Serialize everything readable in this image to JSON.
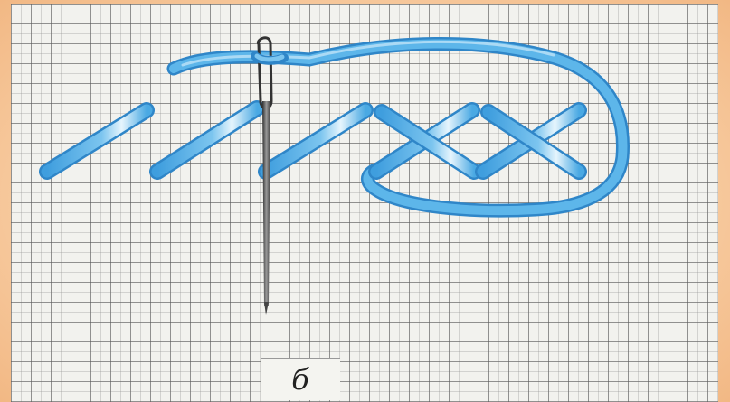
{
  "figure": {
    "caption": "б",
    "colors": {
      "thread": "#4aa9e3",
      "thread_dark": "#2f86c8",
      "thread_highlight": "#dff1fb",
      "needle": "#5a5a5a",
      "grid_bg": "#f2f2ee",
      "frame": "#f6c79a"
    },
    "stitches": {
      "single_diagonal_count": 3,
      "cross_count": 2
    }
  }
}
